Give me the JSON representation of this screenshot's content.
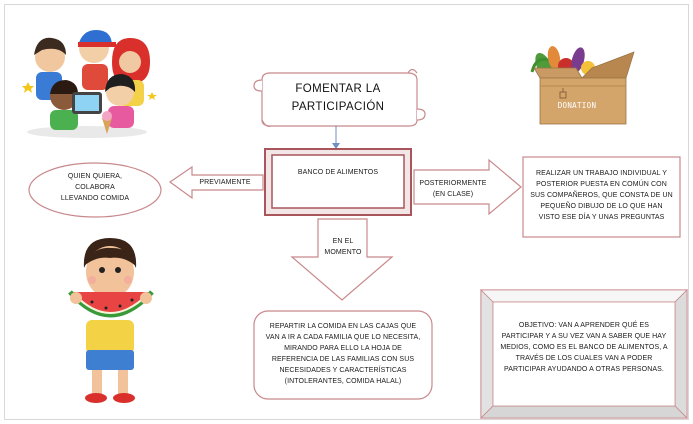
{
  "scroll": {
    "title": "FOMENTAR LA PARTICIPACIÓN"
  },
  "center_box": {
    "label": "BANCO DE ALIMENTOS"
  },
  "left_arrow": {
    "label": "PREVIAMENTE"
  },
  "left_oval": {
    "text": "QUIEN QUIERA, COLABORA LLEVANDO COMIDA"
  },
  "right_arrow": {
    "label": "POSTERIORMENTE (EN CLASE)"
  },
  "right_box": {
    "text": "REALIZAR UN TRABAJO INDIVIDUAL Y POSTERIOR PUESTA EN COMÚN CON SUS COMPAÑEROS, QUE CONSTA DE UN PEQUEÑO DIBUJO DE LO QUE HAN VISTO ESE DÍA Y UNAS PREGUNTAS"
  },
  "down_arrow": {
    "label": "EN EL MOMENTO"
  },
  "bottom_box": {
    "text": "REPARTIR LA COMIDA EN LAS CAJAS QUE VAN A IR A CADA FAMILIA QUE LO NECESITA, MIRANDO PARA ELLO LA HOJA DE REFERENCIA DE LAS FAMILIAS CON SUS NECESIDADES Y CARACTERÍSTICAS (INTOLERANTES, COMIDA HALAL)"
  },
  "objective_box": {
    "text": "OBJETIVO: VAN A APRENDER QUÉ ES PARTICIPAR Y A SU VEZ VAN A SABER QUE HAY MEDIOS, COMO ES EL BANCO DE ALIMENTOS, A TRAVÉS DE LOS CUALES VAN A PODER PARTICIPAR AYUDANDO A OTRAS PERSONAS."
  },
  "donation_box": {
    "label": "DONATION"
  },
  "colors": {
    "outline": "#c9898c",
    "box_fill": "#ffffff",
    "center_border": "#a8555c",
    "connector": "#6f8fc4"
  }
}
